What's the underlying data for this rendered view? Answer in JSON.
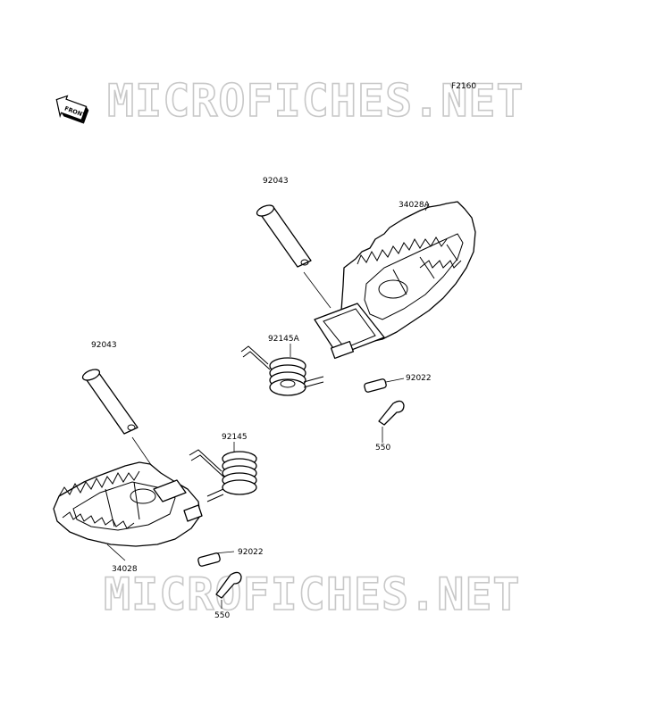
{
  "watermark": {
    "top": "MICROFICHES.NET",
    "bottom": "MICROFICHES.NET"
  },
  "figure_code": "F2160",
  "front_badge": "FRONT",
  "parts": {
    "pin_right": "92043",
    "footpeg_right": "34028A",
    "spring_right": "92145A",
    "washer_right": "92022",
    "cotter_right": "550",
    "pin_left": "92043",
    "spring_left": "92145",
    "footpeg_left": "34028",
    "washer_left": "92022",
    "cotter_left": "550"
  }
}
